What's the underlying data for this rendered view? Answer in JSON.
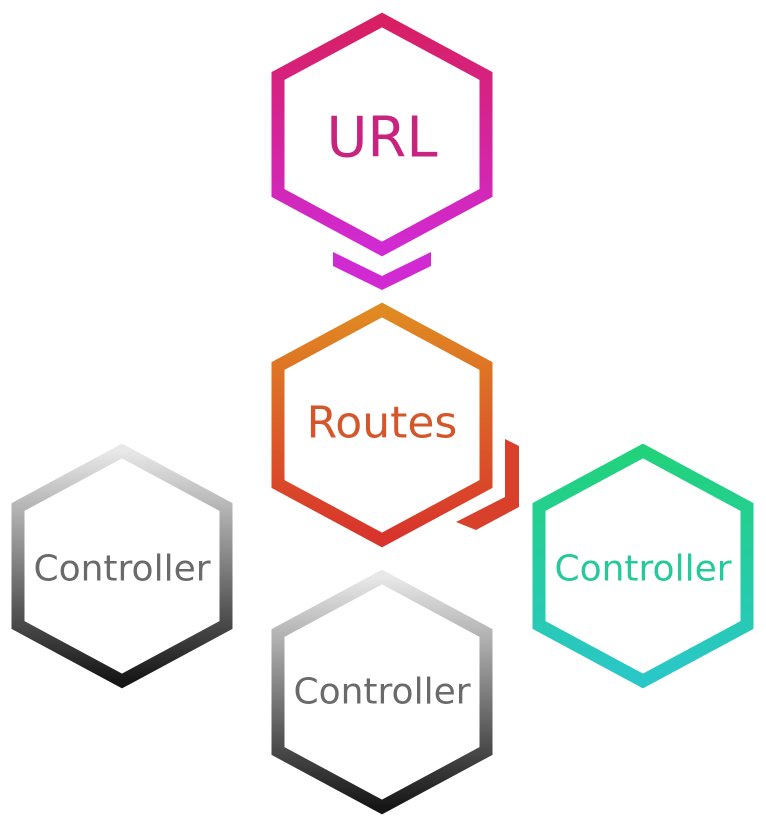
{
  "nodes": {
    "url": {
      "label": "URL",
      "text_color": "#c8237e"
    },
    "routes": {
      "label": "Routes",
      "text_color": "#d4562a"
    },
    "controller_left": {
      "label": "Controller",
      "text_color": "#6a6a6a"
    },
    "controller_bottom": {
      "label": "Controller",
      "text_color": "#6a6a6a"
    },
    "controller_right": {
      "label": "Controller",
      "text_color": "#25c99a"
    }
  },
  "colors": {
    "url_gradient": [
      "#d81f62",
      "#d12ad3"
    ],
    "routes_gradient": [
      "#e08a22",
      "#d8332c"
    ],
    "gray_gradient": [
      "#e8e8e8",
      "#161616"
    ],
    "green_gradient": [
      "#21d27a",
      "#2ac7c9"
    ]
  }
}
